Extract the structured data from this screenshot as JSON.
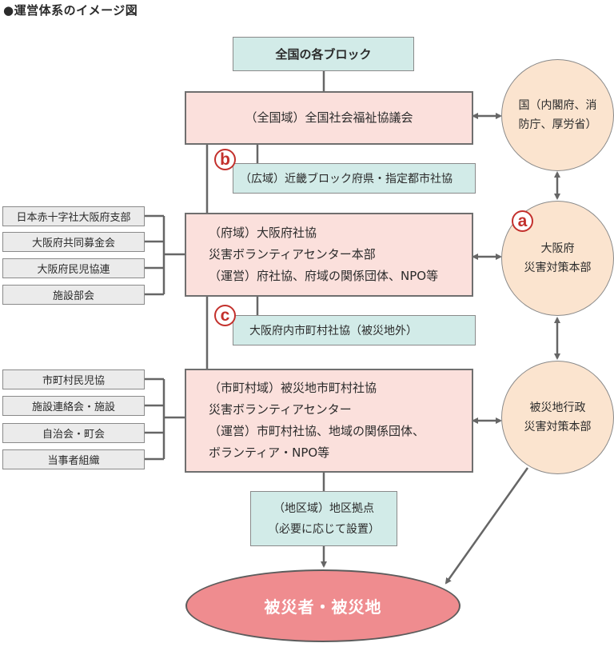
{
  "title": "●運営体系のイメージ図",
  "blocks_box": "全国の各ブロック",
  "national": "（全国域）全国社会福祉協議会",
  "wide_area": "（広域）近畿ブロック府県・指定都市社協",
  "prefecture": {
    "line1": "（府域）大阪府社協",
    "line2": "災害ボランティアセンター本部",
    "line3": "（運営）府社協、府域の関係団体、NPO等"
  },
  "prefecture_support": "大阪府内市町村社協（被災地外）",
  "municipal": {
    "line1": "（市町村域）被災地市町村社協",
    "line2": "災害ボランティアセンター",
    "line3": "（運営）市町村社協、地域の関係団体、",
    "line4": "ボランティア・NPO等"
  },
  "district": {
    "line1": "（地区域）地区拠点",
    "line2": "（必要に応じて設置）"
  },
  "victims": "被災者・被災地",
  "left_group_1": [
    "日本赤十字社大阪府支部",
    "大阪府共同募金会",
    "大阪府民児協連",
    "施設部会"
  ],
  "left_group_2": [
    "市町村民児協",
    "施設連絡会・施設",
    "自治会・町会",
    "当事者組織"
  ],
  "circles": {
    "national": {
      "line1": "国（内閣府、消",
      "line2": "防庁、厚労省）"
    },
    "osaka": {
      "line1": "大阪府",
      "line2": "災害対策本部"
    },
    "local": {
      "line1": "被災地行政",
      "line2": "災害対策本部"
    }
  },
  "badges": {
    "a": "a",
    "b": "b",
    "c": "c"
  },
  "colors": {
    "teal_box": "#d2ebe8",
    "pink_box": "#fbe0dc",
    "gray_box": "#ebebeb",
    "circle": "#fbe4cf",
    "ellipse": "#ef8c8f",
    "badge": "#c3302c"
  }
}
